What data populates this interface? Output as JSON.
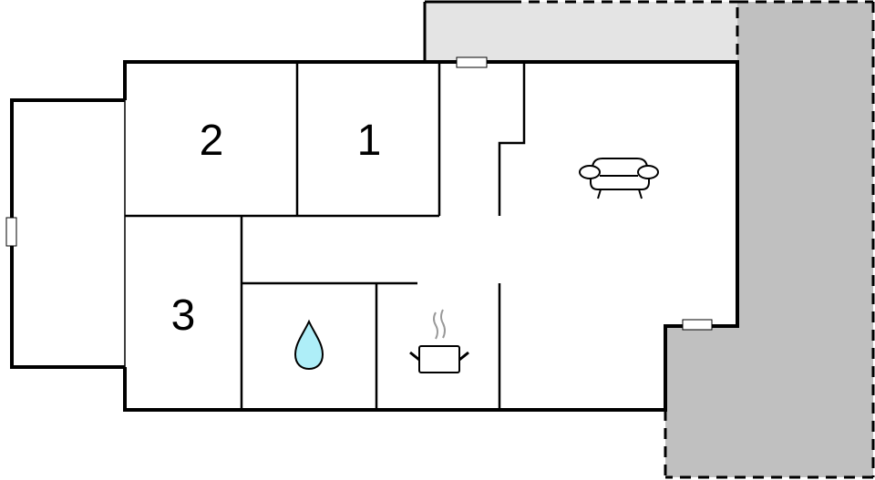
{
  "floorplan": {
    "colors": {
      "wall": "#000000",
      "floor": "#ffffff",
      "terrace_light": "#e4e4e4",
      "terrace_dark": "#c0c0c0",
      "water_drop": "#aeeef8",
      "steam": "#999999"
    },
    "rooms": [
      {
        "id": "bedroom-1",
        "label": "1"
      },
      {
        "id": "bedroom-2",
        "label": "2"
      },
      {
        "id": "bedroom-3",
        "label": "3"
      }
    ],
    "icons": [
      {
        "room": "living-room",
        "icon": "armchair-icon"
      },
      {
        "room": "bathroom",
        "icon": "water-drop-icon"
      },
      {
        "room": "kitchen",
        "icon": "cooking-pot-icon"
      }
    ],
    "areas": [
      {
        "id": "balcony-left"
      },
      {
        "id": "terrace-top",
        "style": "light-gray, dashed border"
      },
      {
        "id": "terrace-right",
        "style": "dark-gray, dashed border"
      }
    ]
  }
}
